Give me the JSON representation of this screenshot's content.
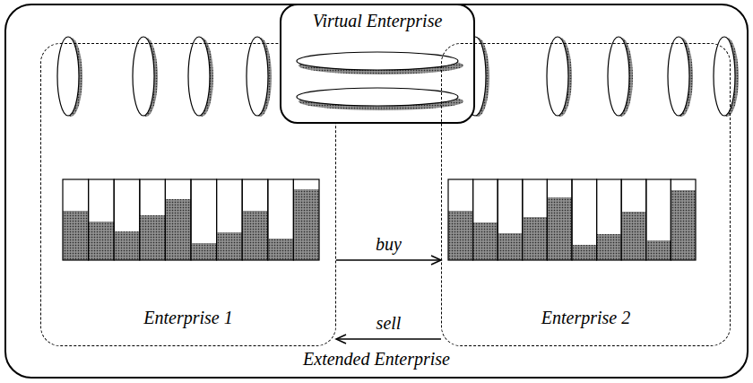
{
  "diagram": {
    "nodes": [
      {
        "text": [
          "Extended Enterprise"
        ]
      },
      {
        "text": [
          "Enterprise 1"
        ],
        "in": 0
      },
      {
        "text": [
          "Virtual Enterprise"
        ],
        "in": 0
      },
      {
        "text": [
          "Enterprise 2"
        ],
        "in": 0
      }
    ],
    "edges": [
      {
        "from": 1,
        "to": 3,
        "label": "buy",
        "arrow": "to"
      },
      {
        "from": 3,
        "to": 1,
        "label": "sell",
        "arrow": "to"
      }
    ]
  }
}
